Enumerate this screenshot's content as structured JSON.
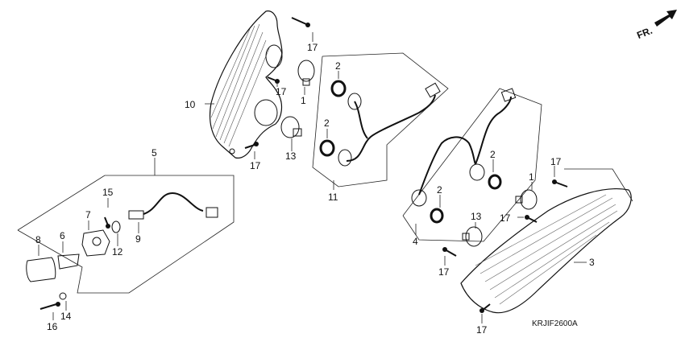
{
  "diagram": {
    "direction_label": "FR.",
    "code": "KRJIF2600A",
    "callouts": [
      {
        "id": "c17a",
        "text": "17"
      },
      {
        "id": "c10",
        "text": "10"
      },
      {
        "id": "c17b",
        "text": "17"
      },
      {
        "id": "c1a",
        "text": "1"
      },
      {
        "id": "c2a",
        "text": "2"
      },
      {
        "id": "c2b",
        "text": "2"
      },
      {
        "id": "c13a",
        "text": "13"
      },
      {
        "id": "c17c",
        "text": "17"
      },
      {
        "id": "c11",
        "text": "11"
      },
      {
        "id": "c5",
        "text": "5"
      },
      {
        "id": "c15",
        "text": "15"
      },
      {
        "id": "c7",
        "text": "7"
      },
      {
        "id": "c9",
        "text": "9"
      },
      {
        "id": "c12",
        "text": "12"
      },
      {
        "id": "c8",
        "text": "8"
      },
      {
        "id": "c6",
        "text": "6"
      },
      {
        "id": "c14",
        "text": "14"
      },
      {
        "id": "c16",
        "text": "16"
      },
      {
        "id": "c2c",
        "text": "2"
      },
      {
        "id": "c2d",
        "text": "2"
      },
      {
        "id": "c1b",
        "text": "1"
      },
      {
        "id": "c13b",
        "text": "13"
      },
      {
        "id": "c17d",
        "text": "17"
      },
      {
        "id": "c17e",
        "text": "17"
      },
      {
        "id": "c4",
        "text": "4"
      },
      {
        "id": "c3",
        "text": "3"
      },
      {
        "id": "c17f",
        "text": "17"
      },
      {
        "id": "c17g",
        "text": "17"
      }
    ]
  }
}
